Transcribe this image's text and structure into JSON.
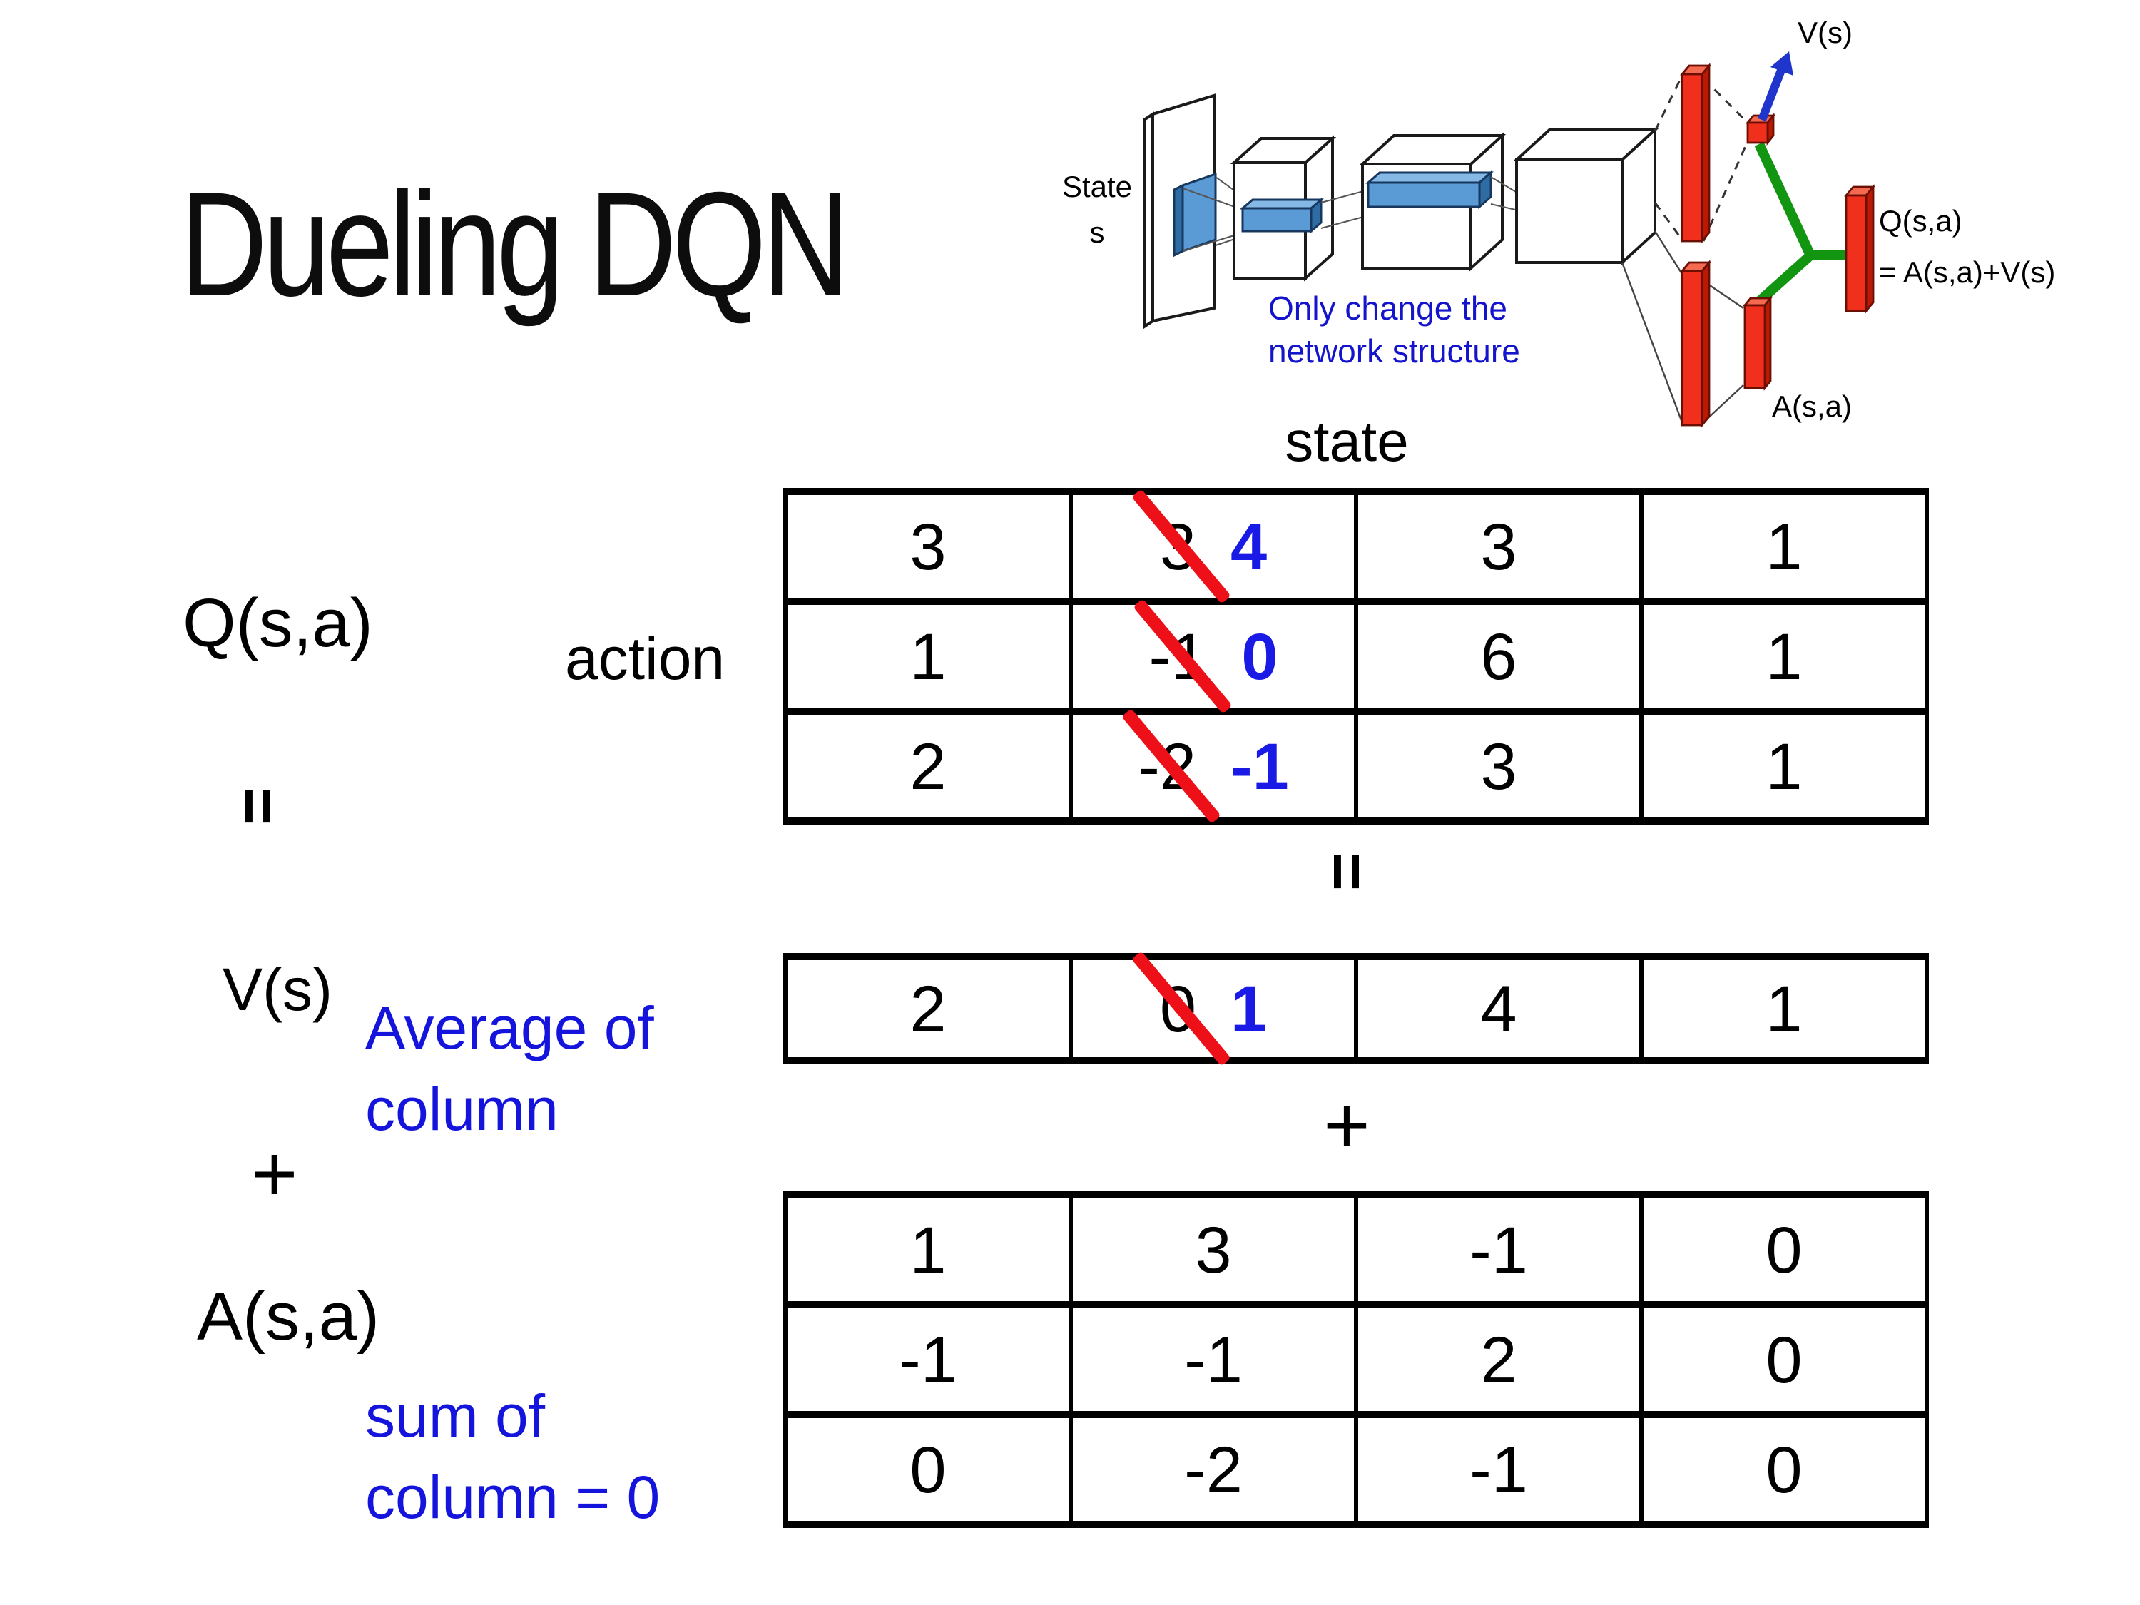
{
  "title": "Dueling DQN",
  "diagram": {
    "state_label_line1": "State",
    "state_label_line2": "s",
    "v_output_label": "V(s)",
    "q_output_label_line1": "Q(s,a)",
    "q_output_label_line2": "= A(s,a)+V(s)",
    "a_output_label": "A(s,a)",
    "note_line1": "Only change the",
    "note_line2": "network structure",
    "colors": {
      "bar_red_front": "#f0301c",
      "bar_red_top": "#f46a50",
      "bar_red_side": "#b81a05",
      "slab_blue_front": "#5b9bd5",
      "link_green": "#129612",
      "arrow_blue": "#1f35cc",
      "note_blue": "#1414cc"
    }
  },
  "matrix": {
    "state_label": "state",
    "action_label": "action",
    "q_label": "Q(s,a)",
    "v_label": "V(s)",
    "a_label": "A(s,a)",
    "equals_sign": "=",
    "plus_sign": "+",
    "avg_note_line1": "Average of",
    "avg_note_line2": "column",
    "sum_note_line1": "sum of",
    "sum_note_line2": "column = 0",
    "colors": {
      "corrected_blue": "#1a1ae6",
      "strike_red": "#ee1018",
      "note_blue": "#1414dd"
    },
    "q_table": [
      [
        "3",
        {
          "old": "3",
          "new": "4"
        },
        "3",
        "1"
      ],
      [
        "1",
        {
          "old": "-1",
          "new": "0"
        },
        "6",
        "1"
      ],
      [
        "2",
        {
          "old": "-2",
          "new": "-1"
        },
        "3",
        "1"
      ]
    ],
    "v_table": [
      [
        "2",
        {
          "old": "0",
          "new": "1"
        },
        "4",
        "1"
      ]
    ],
    "a_table": [
      [
        "1",
        "3",
        "-1",
        "0"
      ],
      [
        "-1",
        "-1",
        "2",
        "0"
      ],
      [
        "0",
        "-2",
        "-1",
        "0"
      ]
    ]
  }
}
